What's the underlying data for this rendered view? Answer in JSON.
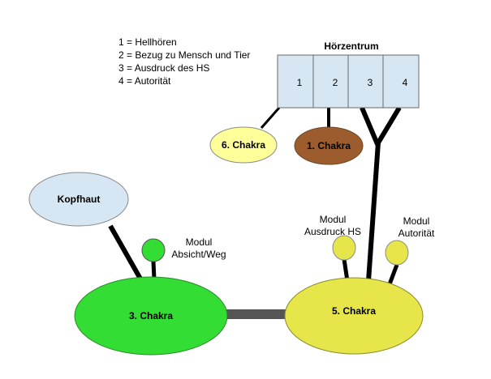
{
  "legend": [
    "1 = Hellhören",
    "2 = Bezug zu Mensch und Tier",
    "3 = Ausdruck des HS",
    "4 = Autorität"
  ],
  "hoerzentrum": {
    "title": "Hörzentrum",
    "segments": [
      "1",
      "2",
      "3",
      "4"
    ],
    "fill": "#d6e6f2"
  },
  "nodes": {
    "chakra6": {
      "label": "6. Chakra",
      "fill": "#ffff99"
    },
    "chakra1": {
      "label": "1. Chakra",
      "fill": "#9c5c2e"
    },
    "kopfhaut": {
      "label": "Kopfhaut",
      "fill": "#d6e6f2"
    },
    "chakra3": {
      "label": "3. Chakra",
      "fill": "#33dd33"
    },
    "chakra5": {
      "label": "5. Chakra",
      "fill": "#e6e64a"
    }
  },
  "modules": {
    "absicht": {
      "label_lines": [
        "Modul",
        "Absicht/Weg"
      ],
      "fill": "#33dd33"
    },
    "ausdruck": {
      "label_lines": [
        "Modul",
        "Ausdruck HS"
      ],
      "fill": "#e6e64a"
    },
    "autoritaet": {
      "label_lines": [
        "Modul",
        "Autorität"
      ],
      "fill": "#e6e64a"
    }
  }
}
